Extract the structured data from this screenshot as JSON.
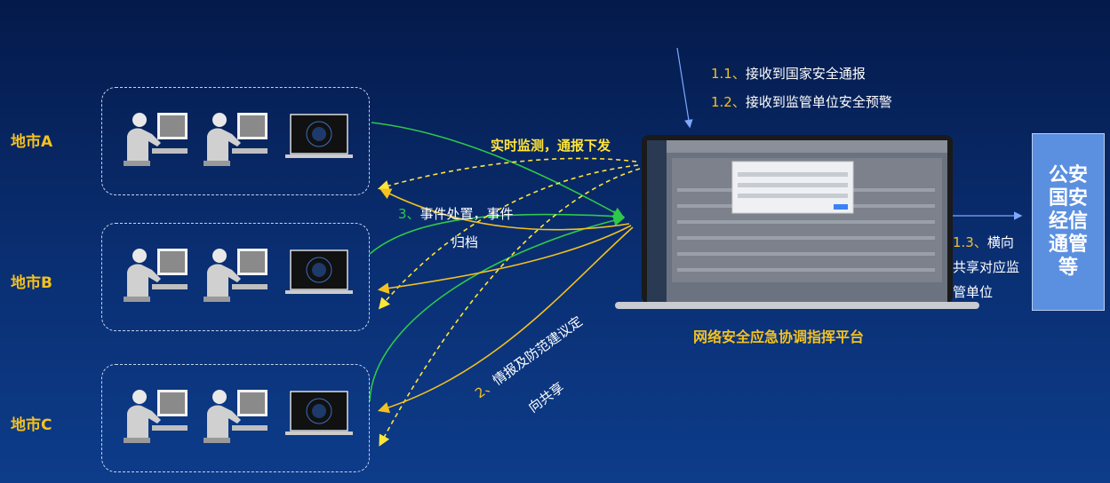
{
  "cities": [
    {
      "label": "地市A"
    },
    {
      "label": "地市B"
    },
    {
      "label": "地市C"
    }
  ],
  "annotations": {
    "step_1_1_num": "1.1、",
    "step_1_1_text": "接收到国家安全通报",
    "step_1_2_num": "1.2、",
    "step_1_2_text": "接收到监管单位安全预警",
    "realtime": "实时监测，通报下发",
    "step_3_num": "3、",
    "step_3_line1": "事件处置，事件",
    "step_3_line2": "归档",
    "step_2_num": "2、",
    "step_2_line1": "情报及防范建议定",
    "step_2_line2": "向共享",
    "step_1_3_num": "1.3、",
    "step_1_3_line1": "横向",
    "step_1_3_line2": "共享对应监",
    "step_1_3_line3": "管单位"
  },
  "platform": {
    "title": "网络安全应急协调指挥平台"
  },
  "agency": {
    "label": "公安国安经信通管等"
  },
  "colors": {
    "accent_yellow": "#f4c11f",
    "green": "#2fc84a",
    "agency_blue": "#5b8fe0"
  }
}
